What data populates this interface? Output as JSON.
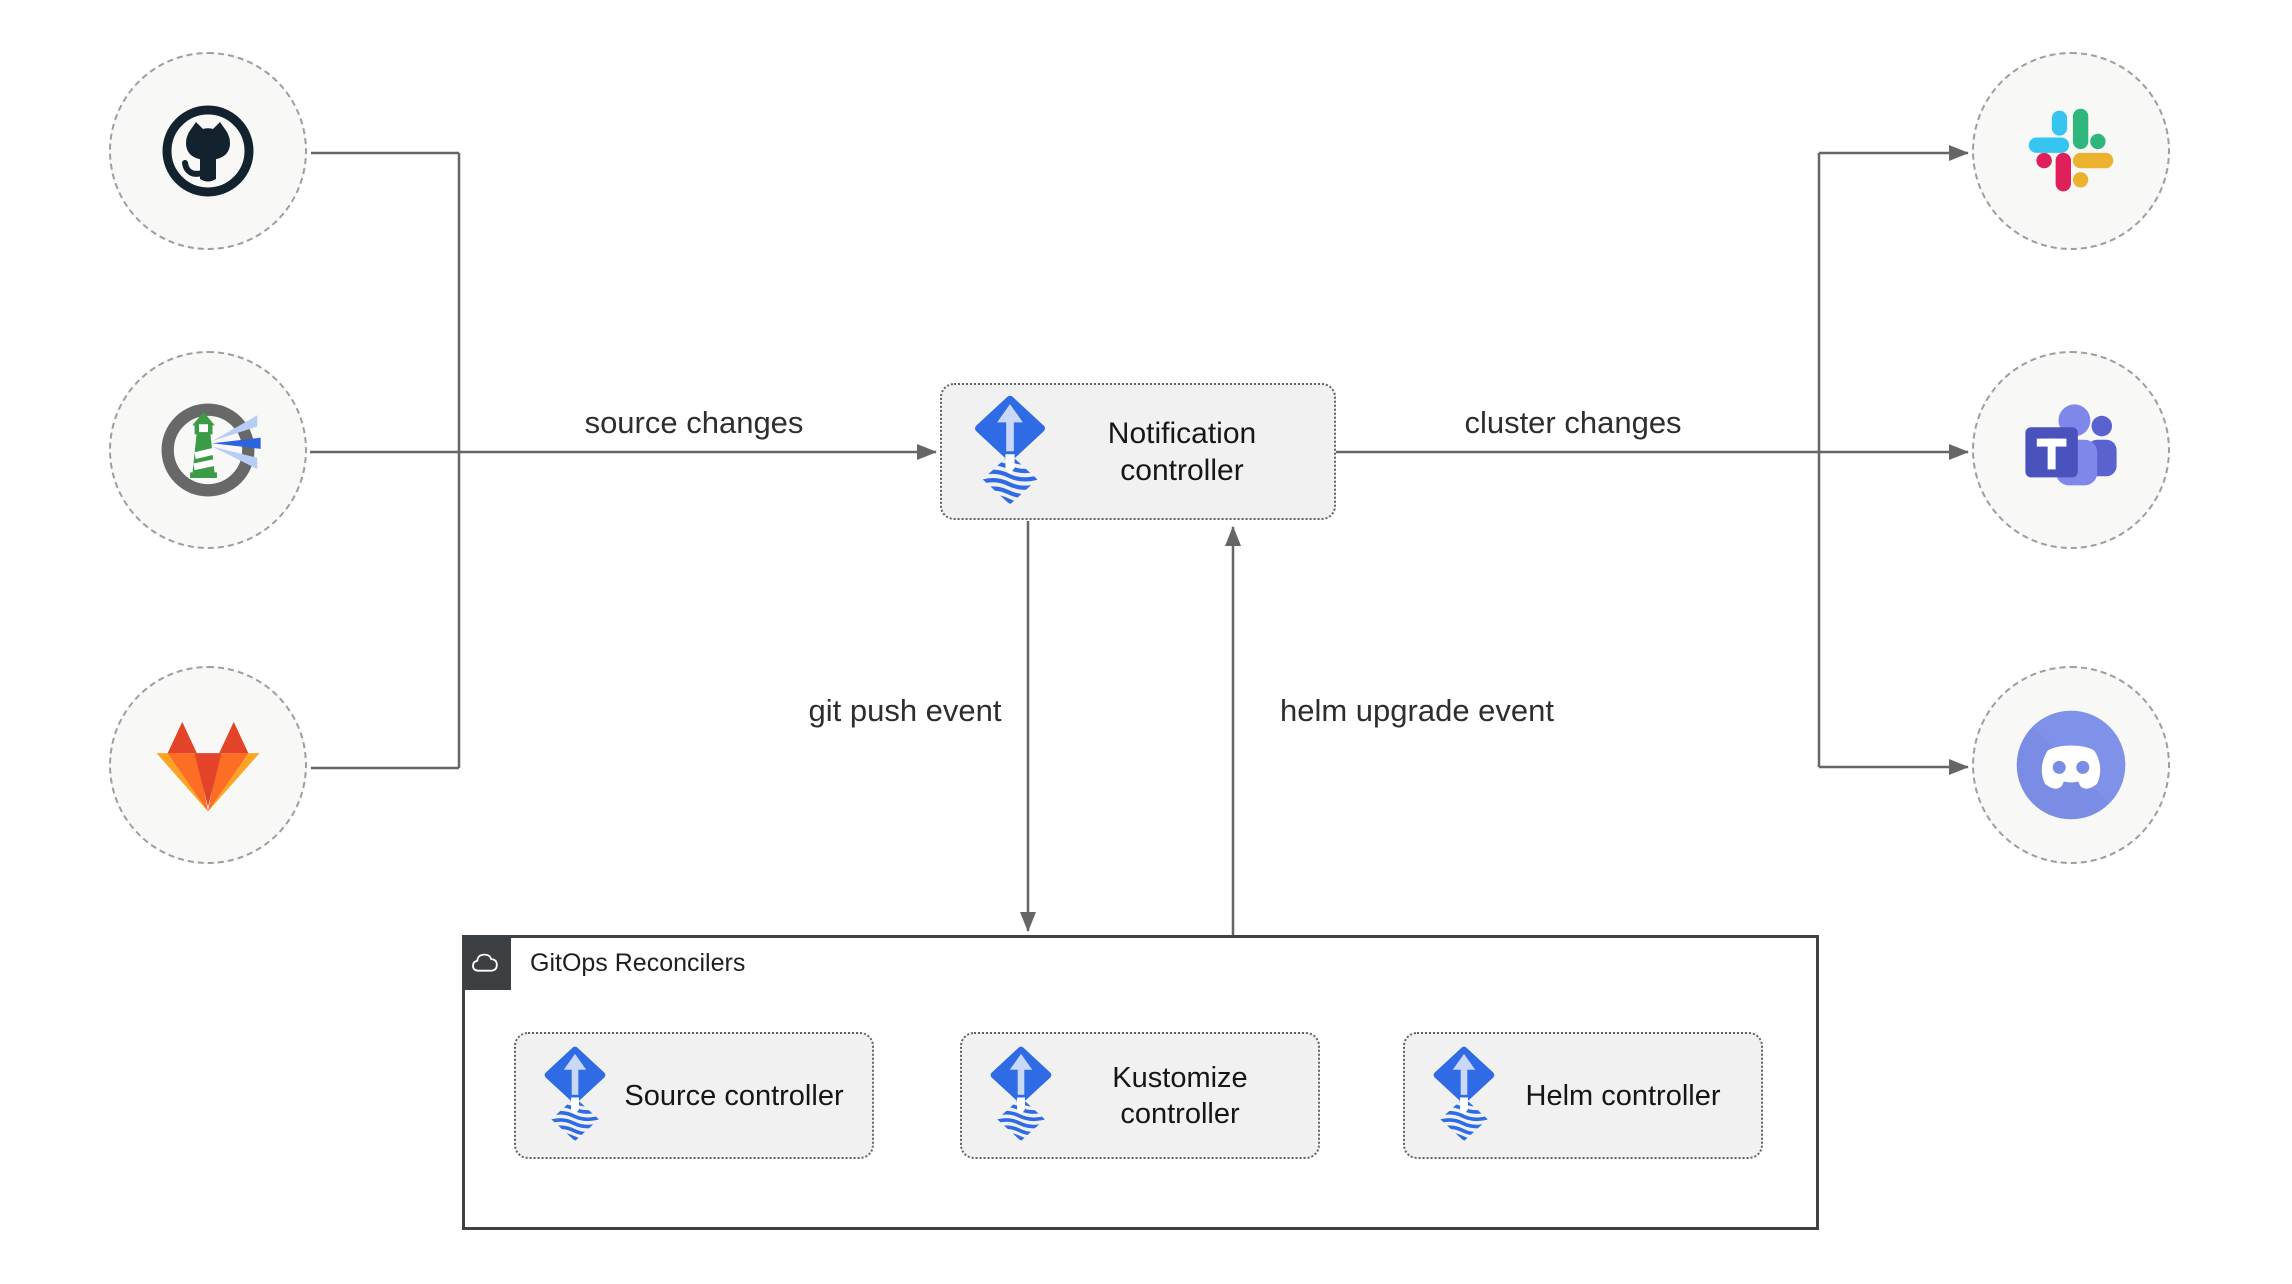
{
  "diagram": {
    "edge_labels": {
      "source_changes": "source changes",
      "cluster_changes": "cluster changes",
      "git_push_event": "git push event",
      "helm_upgrade_event": "helm upgrade event"
    },
    "notification_controller": {
      "label": "Notification controller",
      "icon": "flux-icon"
    },
    "gitops_group": {
      "label": "GitOps Reconcilers",
      "icon": "cloud-icon"
    },
    "reconcilers": [
      {
        "label": "Source controller",
        "icon": "flux-icon"
      },
      {
        "label": "Kustomize controller",
        "icon": "flux-icon"
      },
      {
        "label": "Helm controller",
        "icon": "flux-icon"
      }
    ],
    "source_icons": [
      "github-icon",
      "harbor-icon",
      "gitlab-icon"
    ],
    "target_icons": [
      "slack-icon",
      "teams-icon",
      "discord-icon"
    ],
    "colors": {
      "connector": "#666666",
      "flux_blue": "#2f6be4",
      "flux_arrow_light": "#c9d7f8",
      "node_fill": "#f1f1f2",
      "node_border": "#5f6368",
      "circle_fill": "#f8f8f6",
      "circle_border": "#9b9fa2",
      "group_border": "#3f4245",
      "group_tab_bg": "#3c4043",
      "github_dark": "#13222f",
      "harbor_gray": "#686868",
      "harbor_green": "#3c9b47",
      "harbor_beam_blue": "#2e63e0",
      "gitlab_red": "#e24329",
      "gitlab_orange": "#fc6d26",
      "gitlab_amber": "#fca326",
      "slack_blue": "#36c5f0",
      "slack_green": "#2eb67d",
      "slack_red": "#e01e5a",
      "slack_yellow": "#ecb22e",
      "teams_square": "#4a52bd",
      "teams_light": "#7f88ea",
      "teams_dark": "#5a62cf",
      "discord_blurple": "#7b8ce4",
      "text": "#1f1f1f"
    }
  }
}
